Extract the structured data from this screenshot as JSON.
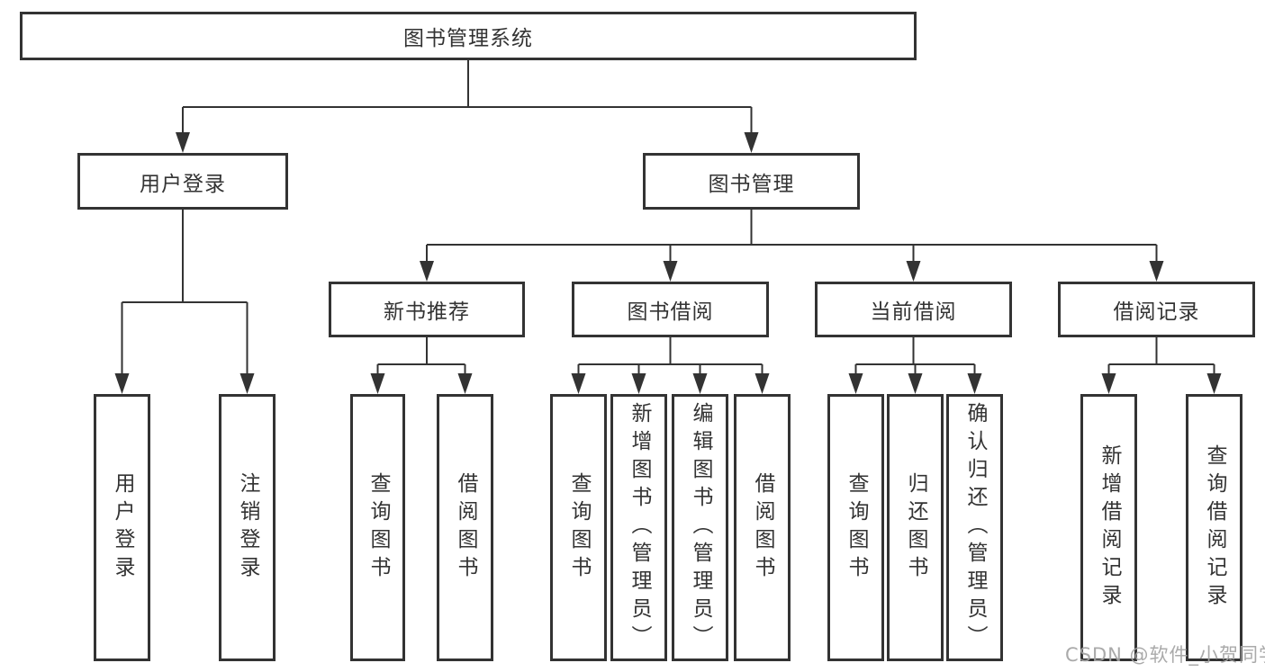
{
  "tree": {
    "root": "图书管理系统",
    "branches": [
      {
        "label": "用户登录",
        "leaves": [
          "用户登录",
          "注销登录"
        ]
      },
      {
        "label": "图书管理",
        "subbranches": [
          {
            "label": "新书推荐",
            "leaves": [
              "查询图书",
              "借阅图书"
            ]
          },
          {
            "label": "图书借阅",
            "leaves": [
              "查询图书",
              "新增图书（管理员）",
              "编辑图书（管理员）",
              "借阅图书"
            ]
          },
          {
            "label": "当前借阅",
            "leaves": [
              "查询图书",
              "归还图书",
              "确认归还（管理员）"
            ]
          },
          {
            "label": "借阅记录",
            "leaves": [
              "新增借阅记录",
              "查询借阅记录"
            ]
          }
        ]
      }
    ]
  },
  "watermark": "CSDN @软件_小贺同学",
  "colors": {
    "line": "#333333",
    "box_border": "#333333",
    "text": "#333333",
    "watermark": "#a3a3a3",
    "background": "#ffffff"
  }
}
